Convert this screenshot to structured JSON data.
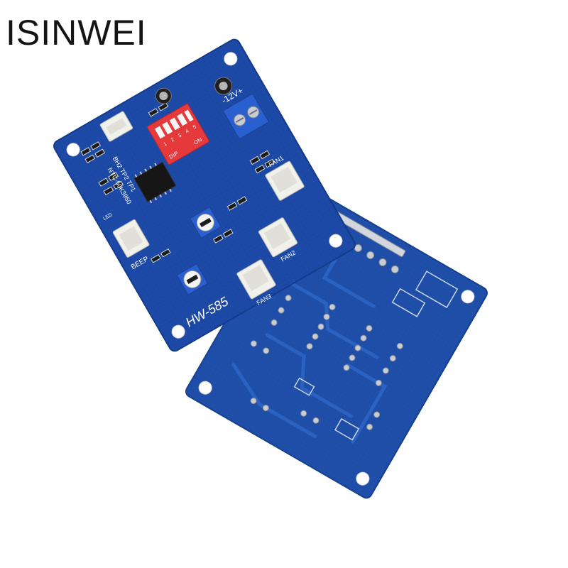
{
  "brand": {
    "text": "ISINWEI"
  },
  "board_top": {
    "model": "HW-585",
    "beep_label": "BEEP",
    "led_label": "LED",
    "sensor_label": "NTC-50K3950",
    "pins_label": "BH2 TP2 TP1",
    "dip_label": "DIP",
    "dip_on_label": "ON",
    "dip_numbers": [
      "1",
      "2",
      "3",
      "4",
      "5"
    ],
    "power_label": "-12V+",
    "fan_labels": [
      "FAN1",
      "FAN2",
      "FAN3"
    ]
  },
  "colors": {
    "pcb": "#1d49a6",
    "pcb_dark": "#143a8a",
    "pcb_back": "#1e4ea8",
    "dip_switch": "#e6393b",
    "terminal": "#2a5fd0",
    "connector": "#f1f1ec",
    "brand_text": "#141414"
  }
}
